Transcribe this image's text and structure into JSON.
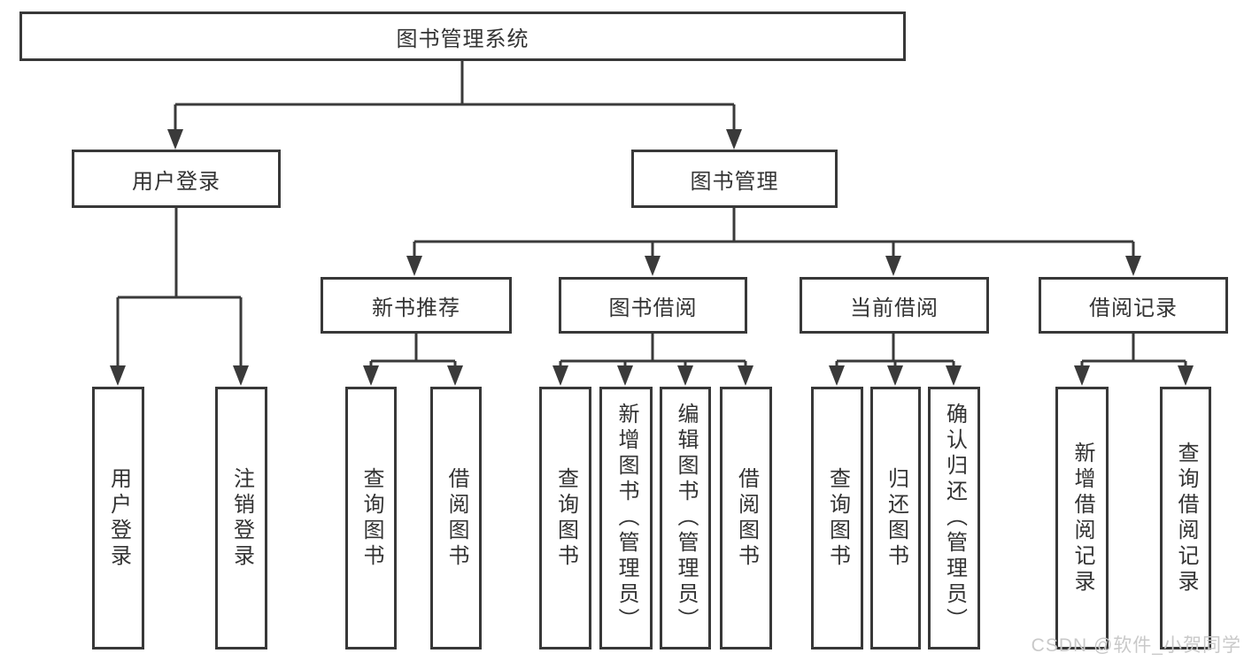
{
  "diagram": {
    "root": {
      "label": "图书管理系统"
    },
    "level2": {
      "user_login": {
        "label": "用户登录"
      },
      "book_mgmt": {
        "label": "图书管理"
      }
    },
    "level3": {
      "new_book_rec": {
        "label": "新书推荐"
      },
      "book_borrow": {
        "label": "图书借阅"
      },
      "current_borrow": {
        "label": "当前借阅"
      },
      "borrow_records": {
        "label": "借阅记录"
      }
    },
    "leaves": {
      "login": {
        "label": "用户登录"
      },
      "logout": {
        "label": "注销登录"
      },
      "rec_query": {
        "label": "查询图书"
      },
      "rec_borrow": {
        "label": "借阅图书"
      },
      "bb_query": {
        "label": "查询图书"
      },
      "bb_add": {
        "label": "新增图书（管理员）"
      },
      "bb_edit": {
        "label": "编辑图书（管理员）"
      },
      "bb_borrow": {
        "label": "借阅图书"
      },
      "cb_query": {
        "label": "查询图书"
      },
      "cb_return": {
        "label": "归还图书"
      },
      "cb_confirm": {
        "label": "确认归还（管理员）"
      },
      "br_add": {
        "label": "新增借阅记录"
      },
      "br_query": {
        "label": "查询借阅记录"
      }
    }
  },
  "watermark": {
    "text": "CSDN @软件_小贺同学"
  },
  "colors": {
    "line": "#3a3a3a",
    "border": "#383838",
    "text": "#333333",
    "watermark_text": "#c9c9c9",
    "background": "#ffffff"
  }
}
